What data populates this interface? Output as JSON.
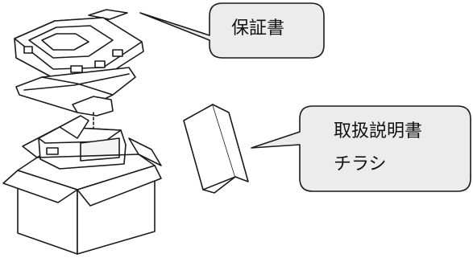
{
  "callouts": {
    "warranty": "保証書",
    "manual": "取扱説明書",
    "flyer": "チラシ"
  },
  "colors": {
    "callout_fill": "#ececec",
    "line": "#1a1a1a",
    "background": "#ffffff"
  }
}
